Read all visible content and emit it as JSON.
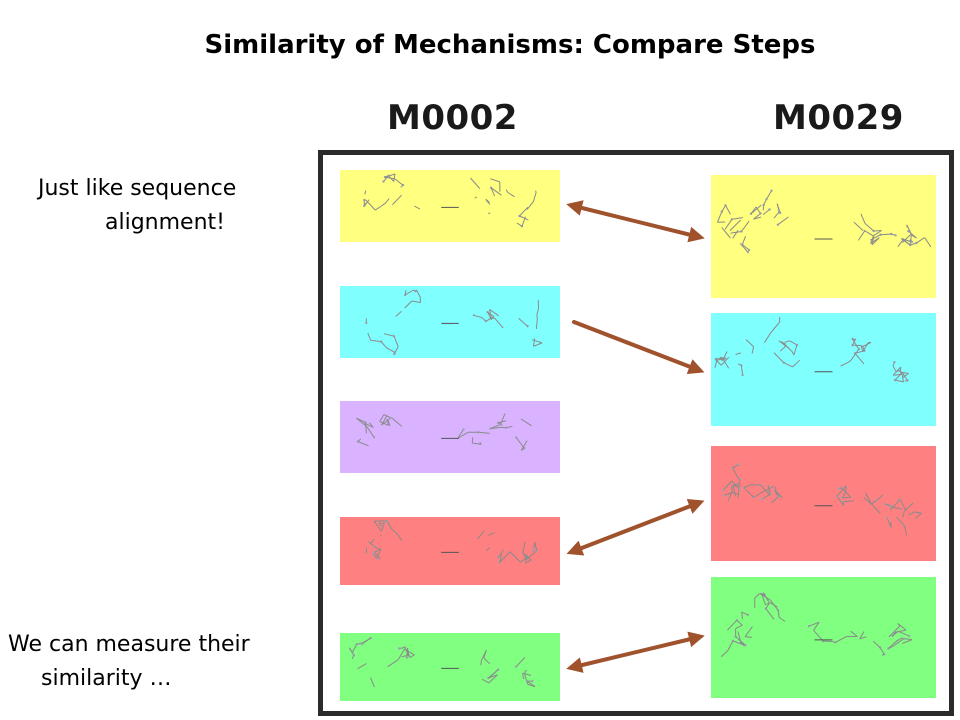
{
  "title": "Similarity of Mechanisms: Compare Steps",
  "notes": {
    "top": [
      "Just like sequence",
      "alignment!"
    ],
    "bottom": [
      "We can measure their",
      "similarity …"
    ]
  },
  "mechanisms": {
    "left": "M0002",
    "right": "M0029"
  },
  "colors": {
    "yellow": "#ffff80",
    "cyan": "#80ffff",
    "purple": "#d9b3ff",
    "red": "#ff8080",
    "green": "#80ff80",
    "arrow": "#a0522d",
    "frame": "#2b2b2b"
  },
  "steps_left": [
    {
      "color": "yellow"
    },
    {
      "color": "cyan"
    },
    {
      "color": "purple"
    },
    {
      "color": "red"
    },
    {
      "color": "green"
    }
  ],
  "steps_right": [
    {
      "color": "yellow"
    },
    {
      "color": "cyan"
    },
    {
      "color": "red"
    },
    {
      "color": "green"
    }
  ],
  "alignments": [
    {
      "from": 0,
      "to": 0,
      "bidirectional": true
    },
    {
      "from": 1,
      "to": 1,
      "bidirectional": false
    },
    {
      "from": 3,
      "to": 2,
      "bidirectional": true
    },
    {
      "from": 4,
      "to": 3,
      "bidirectional": true
    }
  ]
}
